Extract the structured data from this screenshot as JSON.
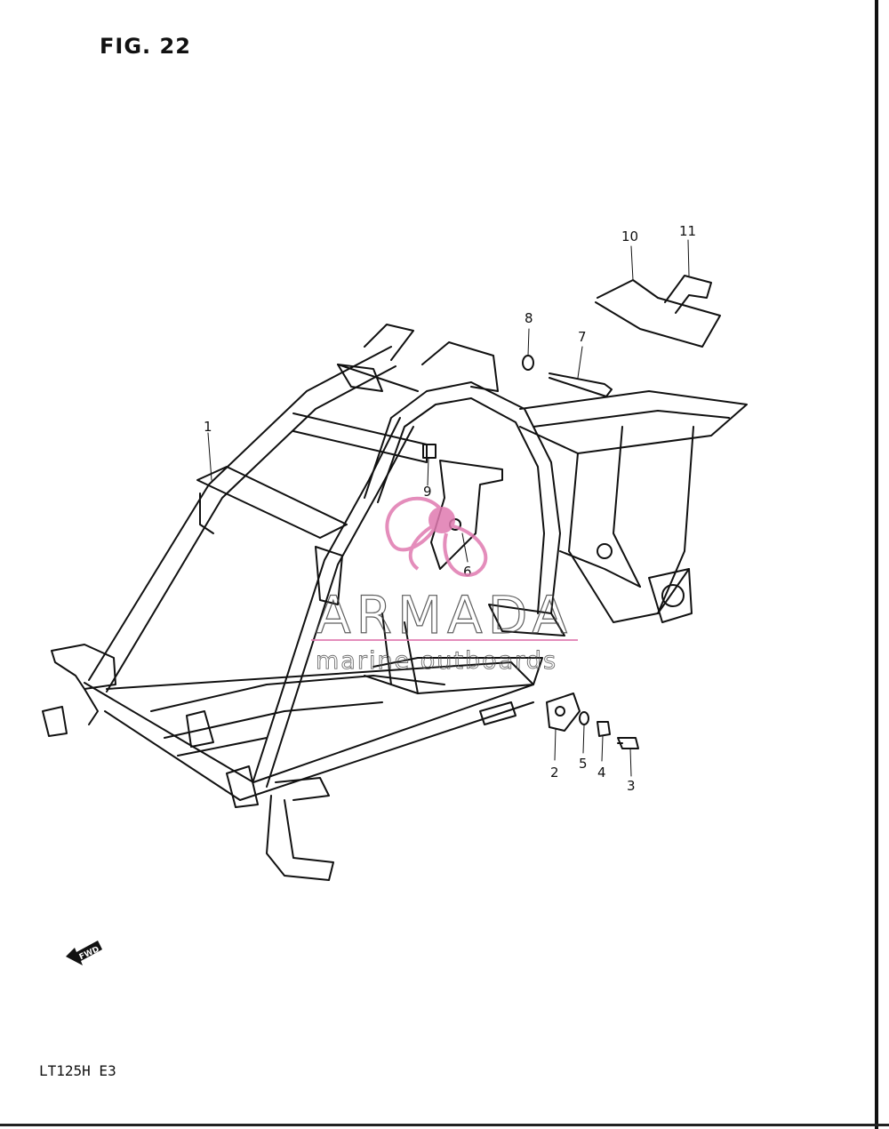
{
  "figure": {
    "title": "FIG. 22",
    "model": "LT125H  E3"
  },
  "callouts": [
    {
      "id": "1",
      "label": "1"
    },
    {
      "id": "2",
      "label": "2"
    },
    {
      "id": "3",
      "label": "3"
    },
    {
      "id": "4",
      "label": "4"
    },
    {
      "id": "5",
      "label": "5"
    },
    {
      "id": "6",
      "label": "6"
    },
    {
      "id": "7",
      "label": "7"
    },
    {
      "id": "8",
      "label": "8"
    },
    {
      "id": "9",
      "label": "9"
    },
    {
      "id": "10",
      "label": "10"
    },
    {
      "id": "11",
      "label": "11"
    }
  ],
  "direction_marker": {
    "label": "FWD",
    "icon": "arrow-left-icon"
  },
  "watermark": {
    "brand": "ARMADA",
    "tagline": "marine outboards",
    "color": "#e07ab0"
  }
}
